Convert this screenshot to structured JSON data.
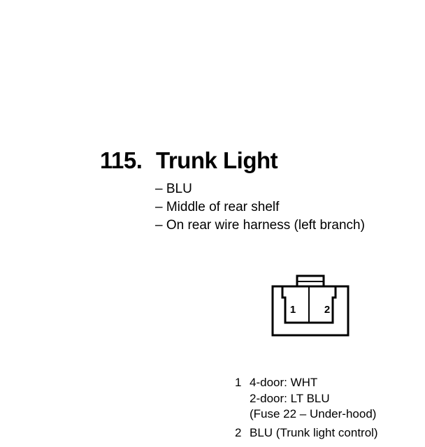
{
  "heading": {
    "number": "115.",
    "title": "Trunk Light"
  },
  "details": [
    "– BLU",
    "– Middle of rear shelf",
    "– On rear wire harness (left branch)"
  ],
  "connector": {
    "terminal_labels": [
      "1",
      "2"
    ]
  },
  "pins": [
    {
      "number": "1",
      "lines": [
        "4-door: WHT",
        "2-door: LT BLU",
        "(Fuse 22 – Under-hood)"
      ]
    },
    {
      "number": "2",
      "lines": [
        "BLU (Trunk light control)"
      ]
    }
  ]
}
